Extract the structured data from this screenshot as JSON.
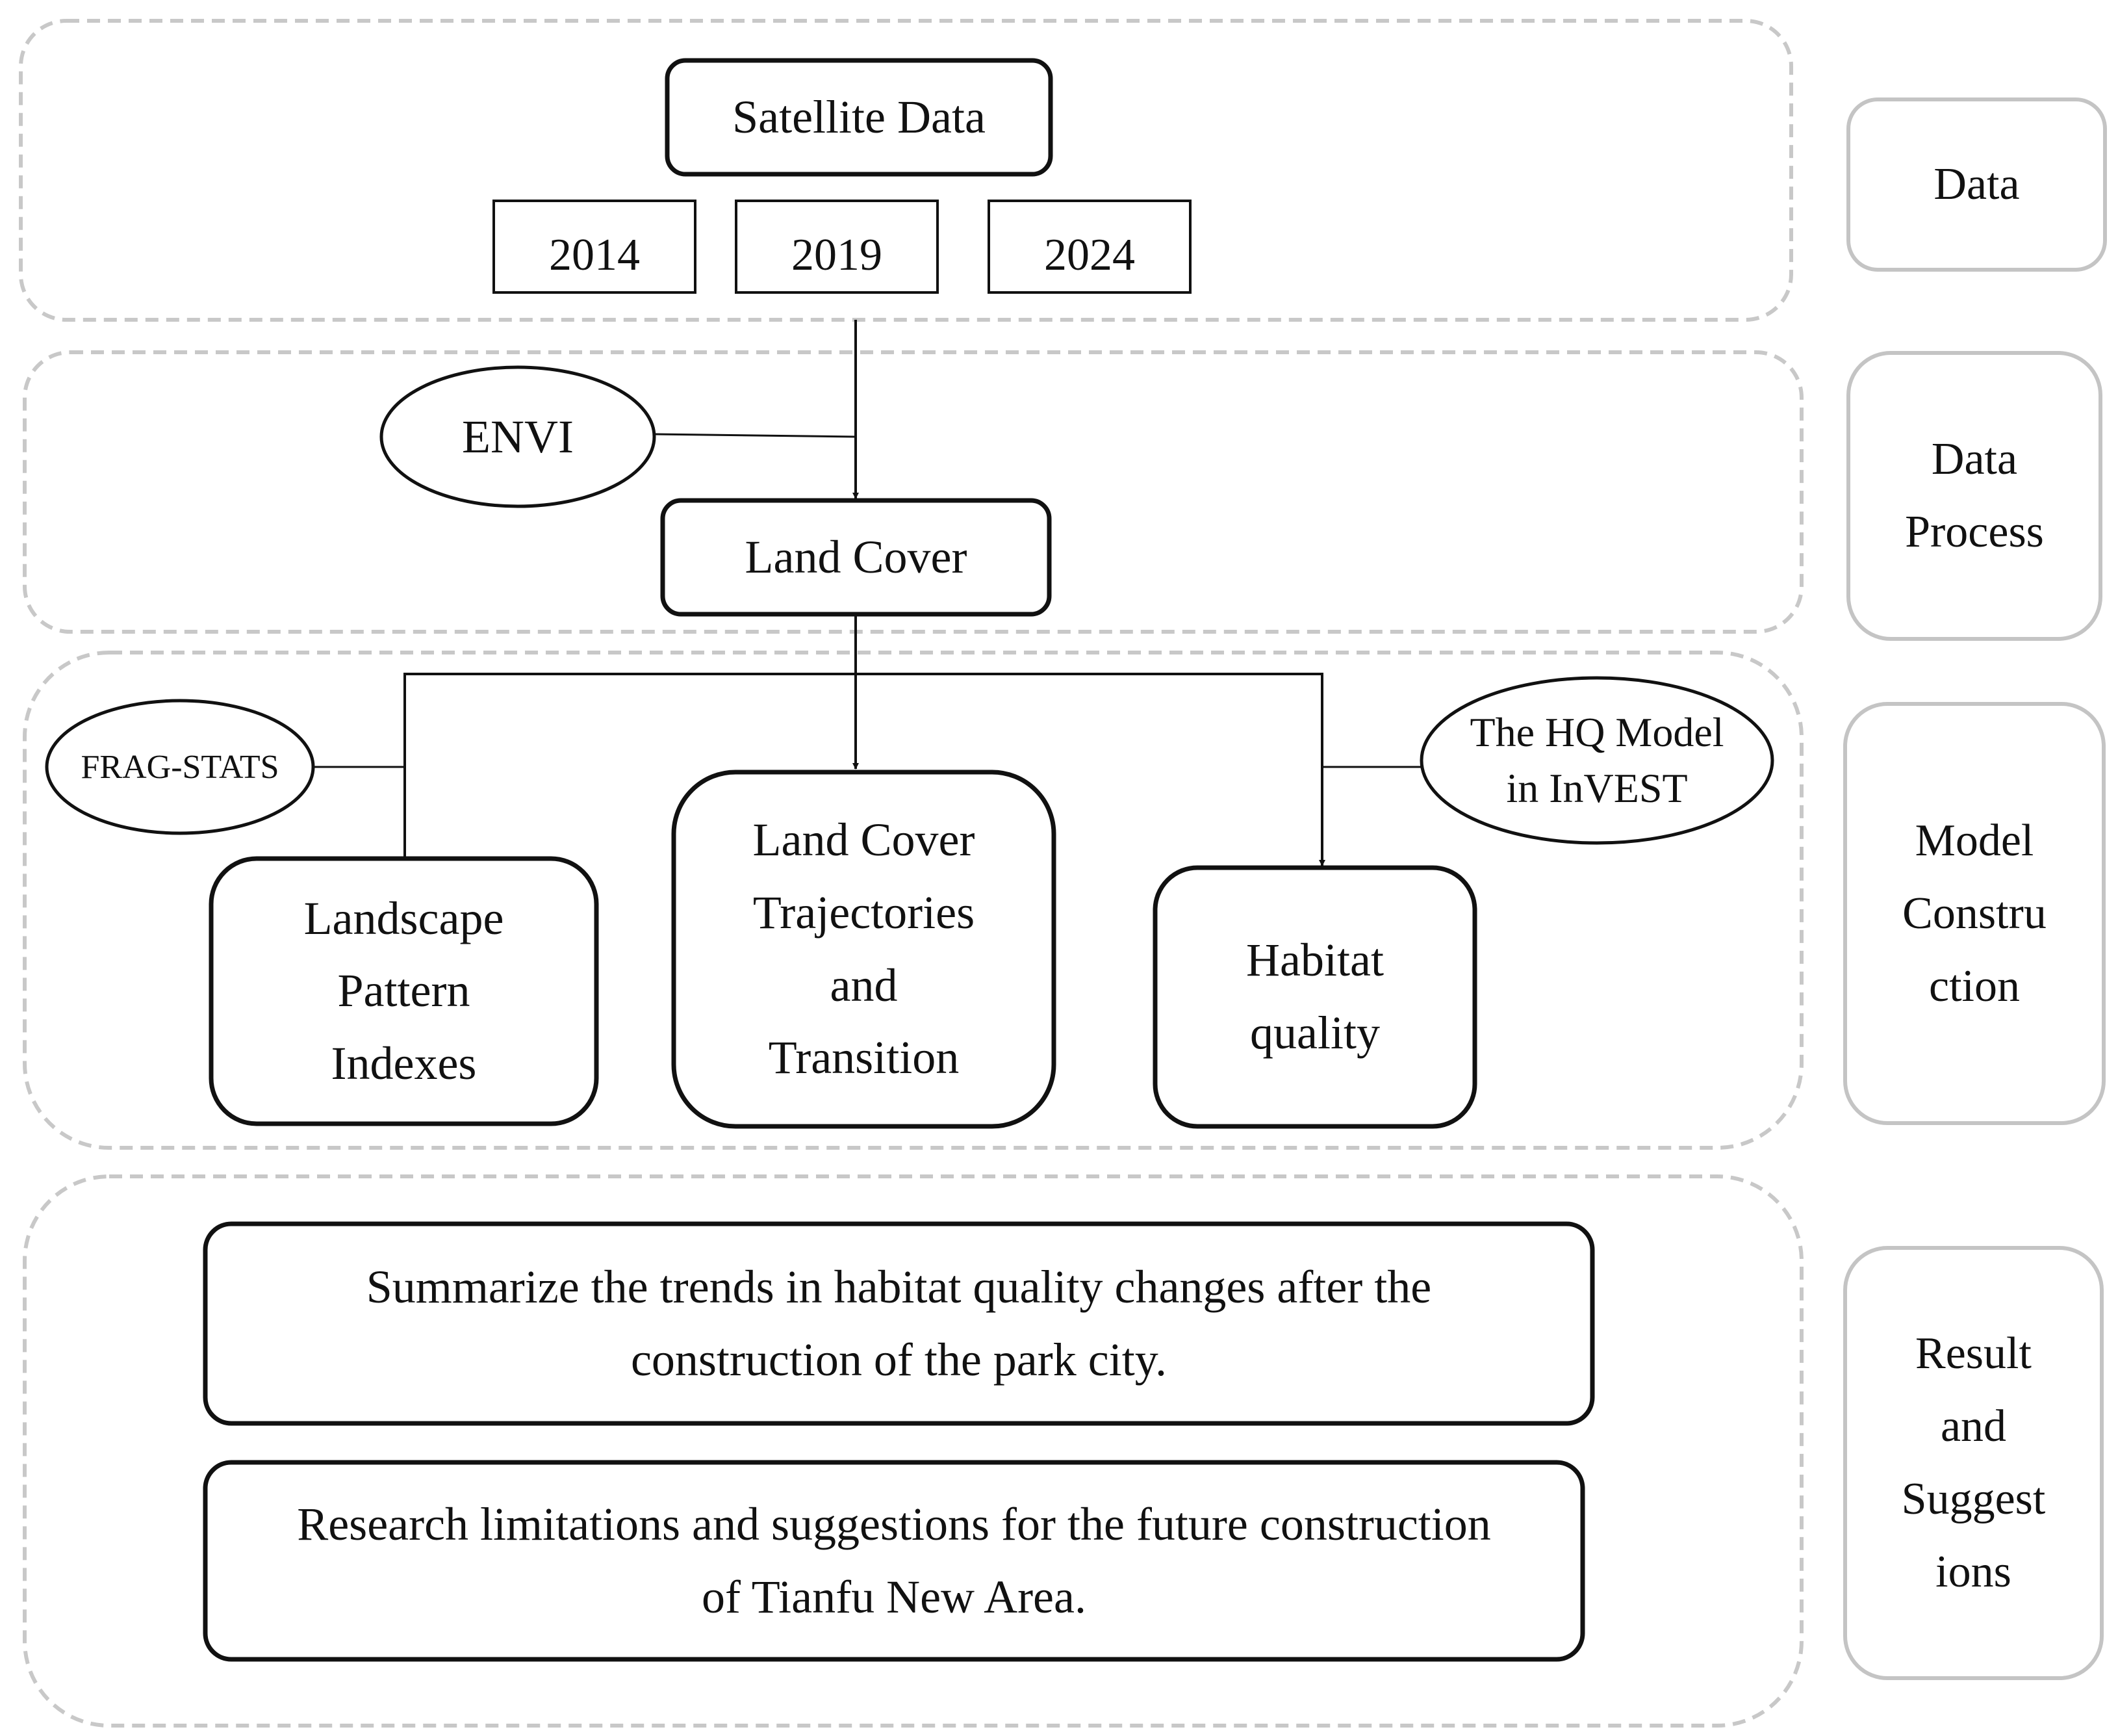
{
  "sections": {
    "data": "Data",
    "data_process": "Data\nProcess",
    "model_construction": "Model\nConstru\nction",
    "result_suggestions": "Result\nand\nSuggest\nions"
  },
  "nodes": {
    "satellite_data": "Satellite Data",
    "year_2014": "2014",
    "year_2019": "2019",
    "year_2024": "2024",
    "envi": "ENVI",
    "land_cover": "Land Cover",
    "fragstats": "FRAG-STATS",
    "hq_model": "The HQ Model\nin InVEST",
    "landscape_pattern": "Landscape\nPattern\nIndexes",
    "trajectories": "Land Cover\nTrajectories\nand\nTransition",
    "habitat_quality": "Habitat\nquality",
    "summary": "Summarize the trends in habitat quality changes after the\nconstruction of the park city.",
    "limitations": "Research limitations and suggestions for the future construction\nof Tianfu New Area."
  },
  "colors": {
    "dashed_border": "#c8c8c8",
    "section_border": "#c4c4c4",
    "stroke": "#111111"
  }
}
